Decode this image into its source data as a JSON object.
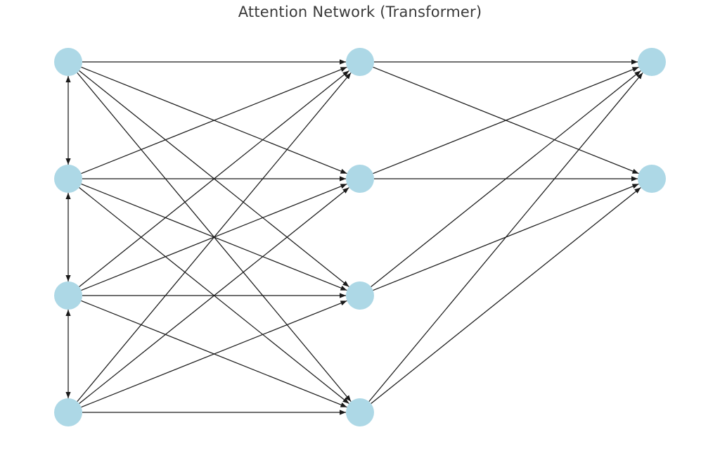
{
  "diagram": {
    "title": "Attention Network (Transformer)",
    "colors": {
      "node_fill": "#add8e6",
      "edge": "#1a1a1a",
      "title": "#3a3a3a",
      "background": "#ffffff"
    },
    "layers": [
      {
        "id": "input",
        "nodes": [
          "i0",
          "i1",
          "i2",
          "i3"
        ]
      },
      {
        "id": "hidden",
        "nodes": [
          "h0",
          "h1",
          "h2",
          "h3"
        ]
      },
      {
        "id": "output",
        "nodes": [
          "o0",
          "o1"
        ]
      }
    ],
    "edges": [
      [
        "i0",
        "h0"
      ],
      [
        "i0",
        "h1"
      ],
      [
        "i0",
        "h2"
      ],
      [
        "i0",
        "h3"
      ],
      [
        "i1",
        "h0"
      ],
      [
        "i1",
        "h1"
      ],
      [
        "i1",
        "h2"
      ],
      [
        "i1",
        "h3"
      ],
      [
        "i2",
        "h0"
      ],
      [
        "i2",
        "h1"
      ],
      [
        "i2",
        "h2"
      ],
      [
        "i2",
        "h3"
      ],
      [
        "i3",
        "h0"
      ],
      [
        "i3",
        "h1"
      ],
      [
        "i3",
        "h2"
      ],
      [
        "i3",
        "h3"
      ],
      [
        "h0",
        "o0"
      ],
      [
        "h0",
        "o1"
      ],
      [
        "h1",
        "o0"
      ],
      [
        "h1",
        "o1"
      ],
      [
        "h2",
        "o0"
      ],
      [
        "h2",
        "o1"
      ],
      [
        "h3",
        "o0"
      ],
      [
        "h3",
        "o1"
      ]
    ],
    "bidirectional_edges": [
      [
        "i0",
        "i1"
      ],
      [
        "i1",
        "i2"
      ],
      [
        "i2",
        "i3"
      ]
    ]
  }
}
